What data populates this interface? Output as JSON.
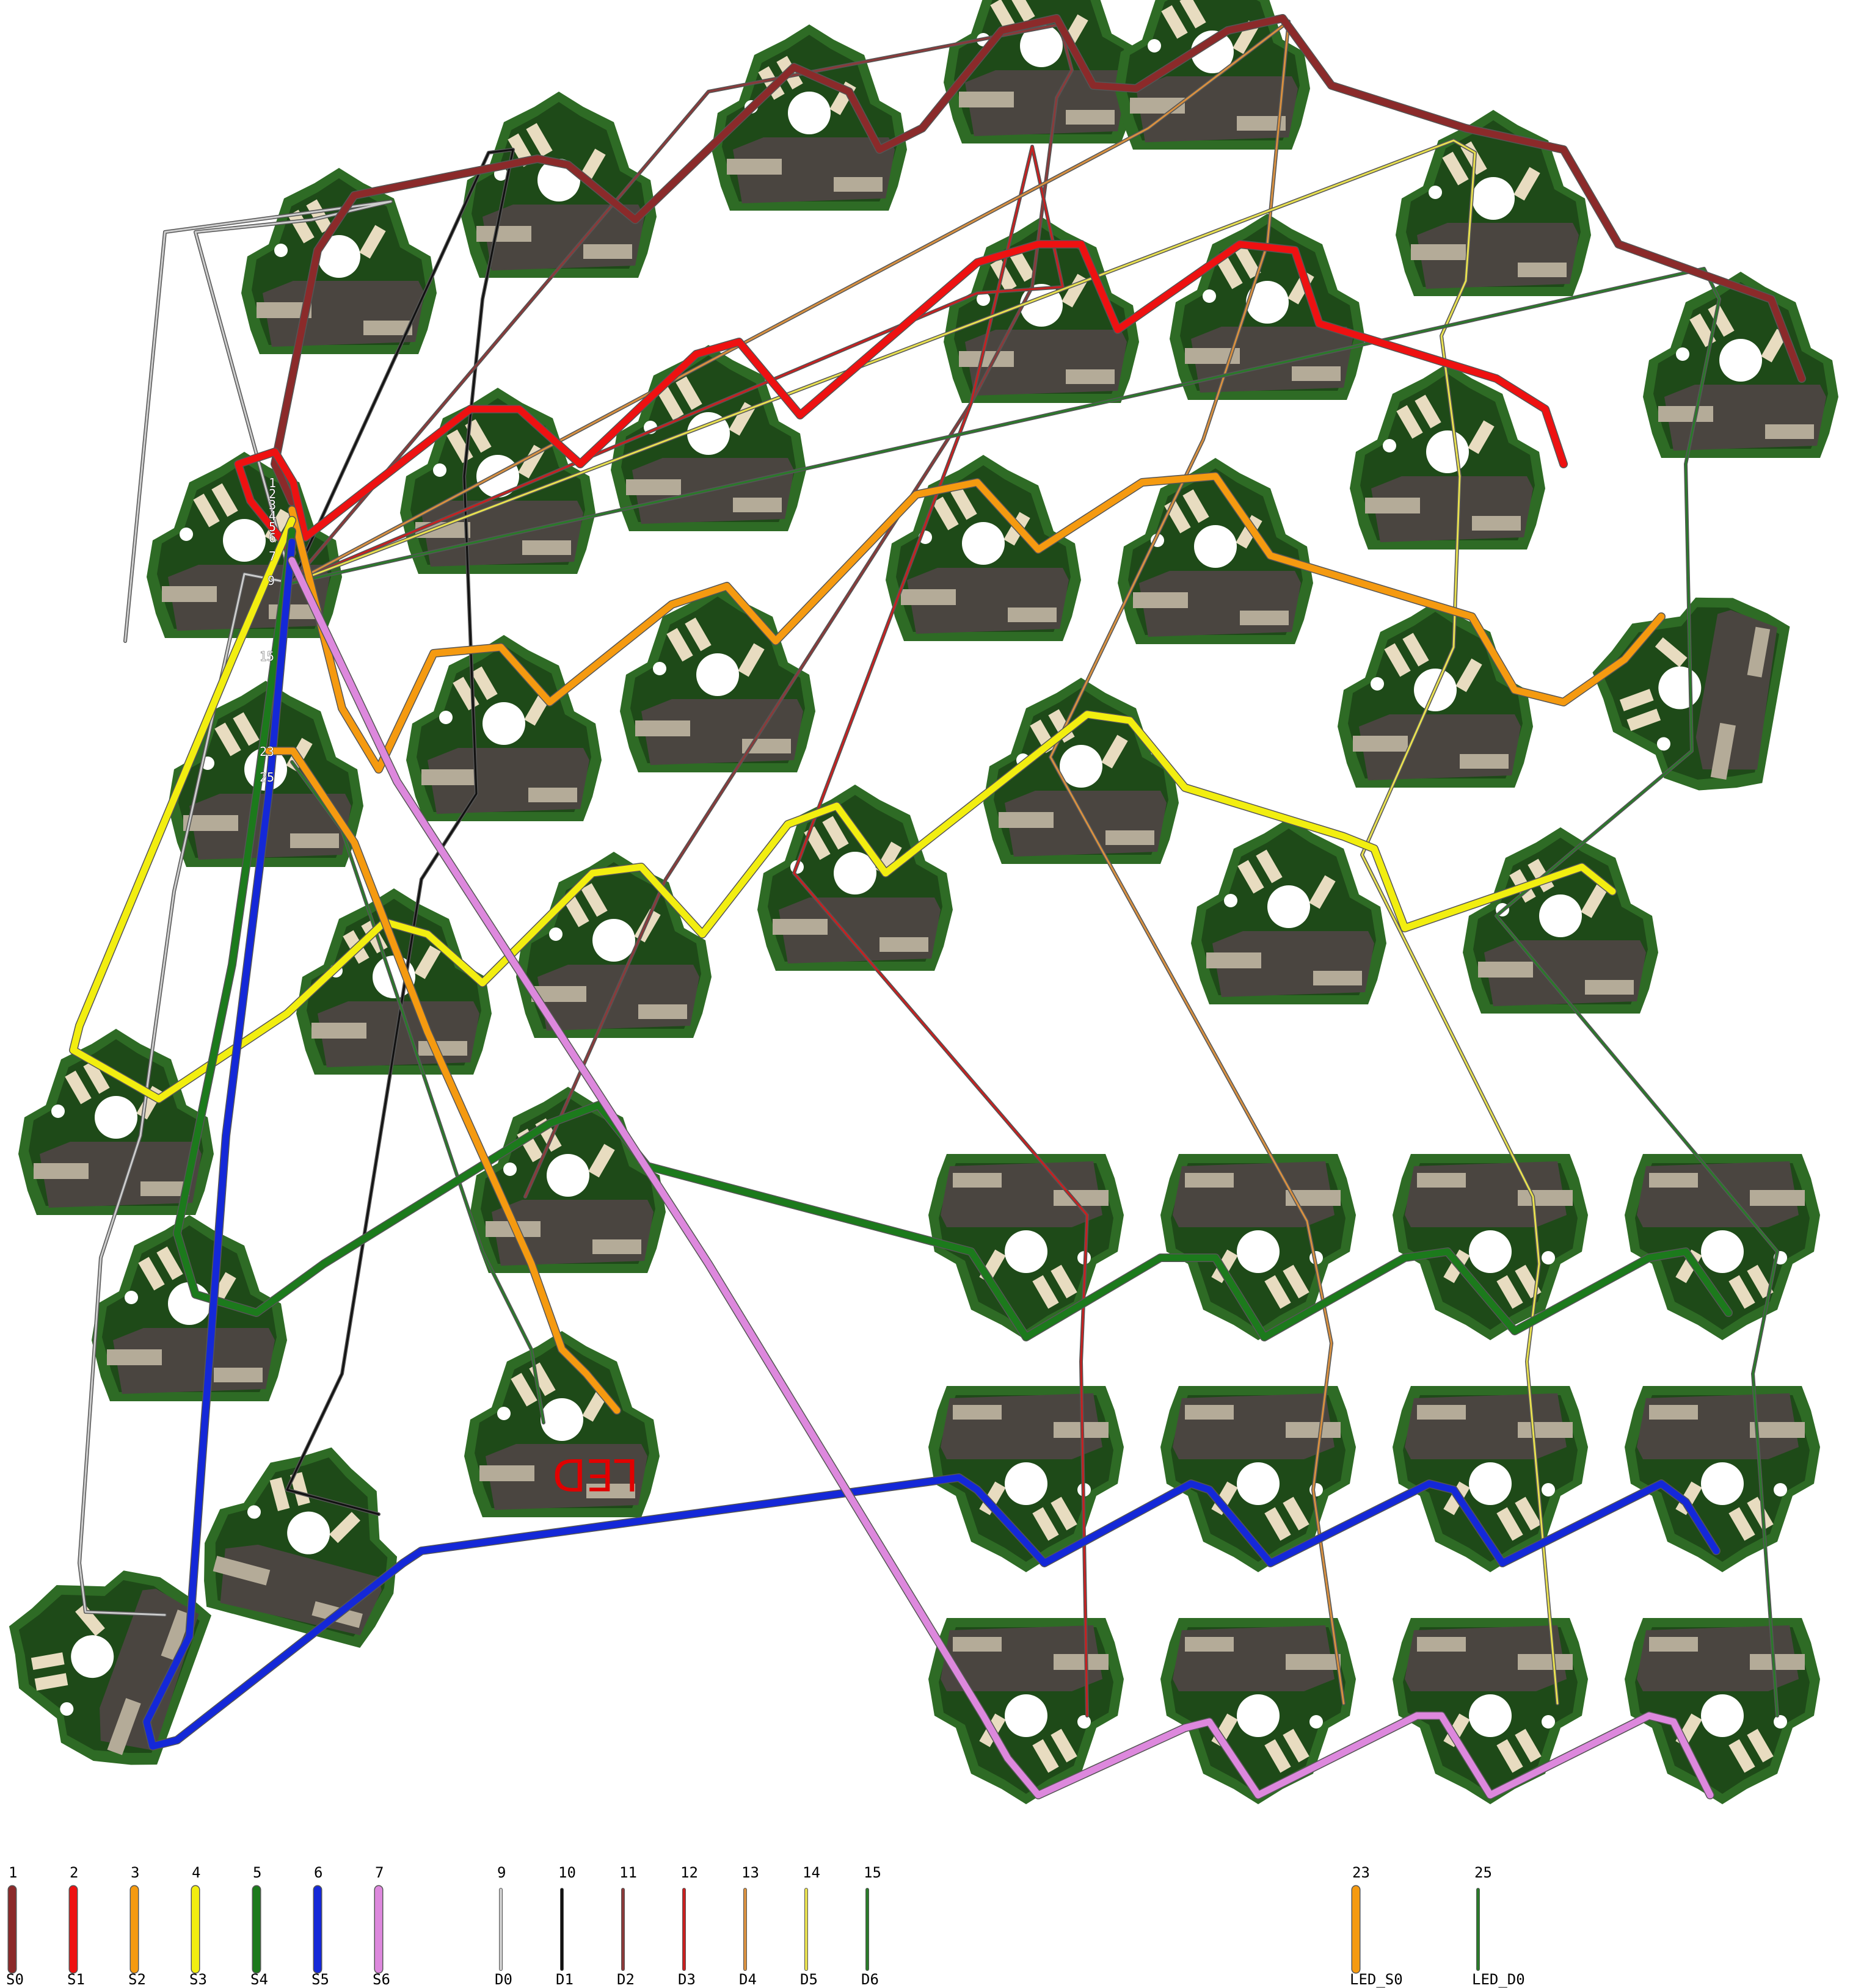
{
  "colors": {
    "pcb_outer": "#2e6b25",
    "pcb_body": "#1e4a18",
    "pcb_inner": "#2c5e24",
    "socket": "#4a4540",
    "pad": "#b4ab98",
    "led_pad": "#e8dcc0",
    "hole": "#ffffff",
    "S0": "#8b2a2a",
    "S1": "#ee1111",
    "S2": "#f59a10",
    "S3": "#f2ee10",
    "S4": "#1c7a1c",
    "S5": "#1428d8",
    "S6": "#dd88dd",
    "D0": "#cccccc",
    "D1": "#111111",
    "D2": "#8b3a3a",
    "D3": "#c82020",
    "D4": "#d89040",
    "D5": "#e8e050",
    "D6": "#2a7a2a",
    "LED_S0": "#f59a10",
    "LED_D0": "#2a7a2a"
  },
  "header_pins": [
    "1",
    "2",
    "3",
    "4",
    "5",
    "6",
    "7",
    "9",
    "15",
    "23",
    "25"
  ],
  "led_label": "LED",
  "legend": [
    {
      "num": "1",
      "name": "S0",
      "color_key": "S0",
      "thick": true
    },
    {
      "num": "2",
      "name": "S1",
      "color_key": "S1",
      "thick": true
    },
    {
      "num": "3",
      "name": "S2",
      "color_key": "S2",
      "thick": true
    },
    {
      "num": "4",
      "name": "S3",
      "color_key": "S3",
      "thick": true
    },
    {
      "num": "5",
      "name": "S4",
      "color_key": "S4",
      "thick": true
    },
    {
      "num": "6",
      "name": "S5",
      "color_key": "S5",
      "thick": true
    },
    {
      "num": "7",
      "name": "S6",
      "color_key": "S6",
      "thick": true
    },
    {
      "num": "9",
      "name": "D0",
      "color_key": "D0",
      "thick": false
    },
    {
      "num": "10",
      "name": "D1",
      "color_key": "D1",
      "thick": false
    },
    {
      "num": "11",
      "name": "D2",
      "color_key": "D2",
      "thick": false
    },
    {
      "num": "12",
      "name": "D3",
      "color_key": "D3",
      "thick": false
    },
    {
      "num": "13",
      "name": "D4",
      "color_key": "D4",
      "thick": false
    },
    {
      "num": "14",
      "name": "D5",
      "color_key": "D5",
      "thick": false
    },
    {
      "num": "15",
      "name": "D6",
      "color_key": "D6",
      "thick": false
    },
    {
      "num": "23",
      "name": "LED_S0",
      "color_key": "LED_S0",
      "thick": true
    },
    {
      "num": "25",
      "name": "LED_D0",
      "color_key": "LED_D0",
      "thick": false
    }
  ]
}
